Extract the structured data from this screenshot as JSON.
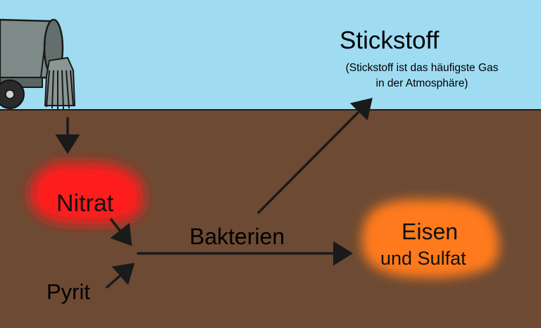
{
  "diagram": {
    "stickstoff_title": "Stickstoff",
    "stickstoff_note": "(Stickstoff ist das häufigste Gas in der Atmosphäre)",
    "nitrat_label": "Nitrat",
    "pyrit_label": "Pyrit",
    "bakterien_label": "Bakterien",
    "eisen_label": "Eisen",
    "sulfat_label": "und Sulfat"
  },
  "colors": {
    "sky": "#9fdcf2",
    "soil": "#6d4a33",
    "nitrat_blob": "#ff1a1a",
    "eisen_blob": "#ff7a1a",
    "arrow": "#1a1a1a"
  }
}
